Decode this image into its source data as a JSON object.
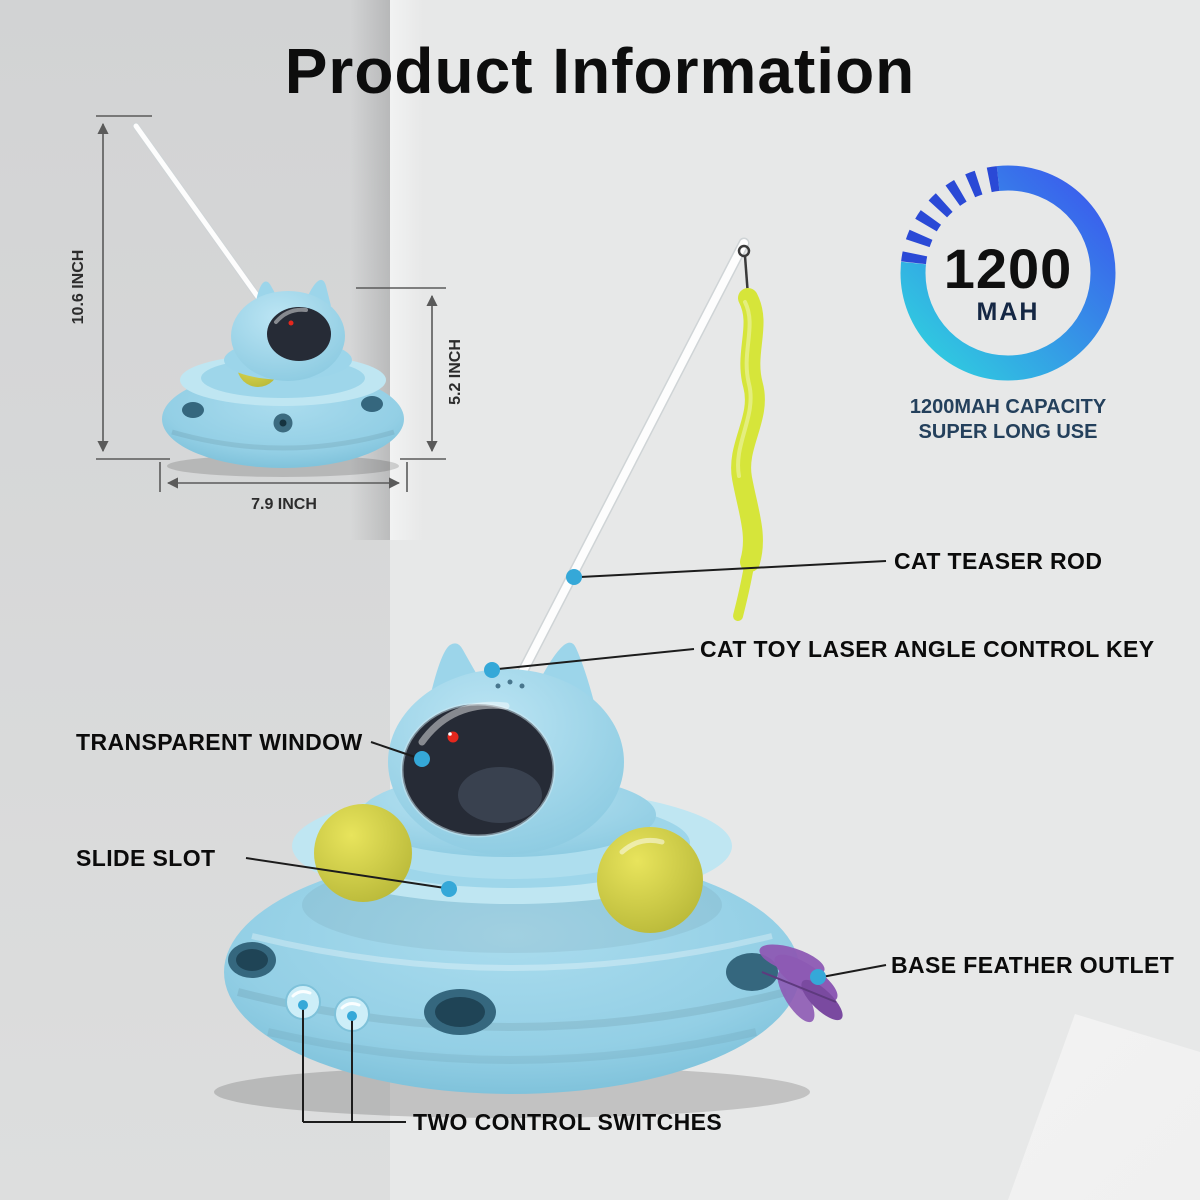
{
  "title": "Product Information",
  "dimensions": {
    "total_height": "10.6 INCH",
    "body_height": "5.2 INCH",
    "width": "7.9 INCH"
  },
  "battery": {
    "value": "1200",
    "unit": "MAH",
    "caption_line1": "1200MAH CAPACITY",
    "caption_line2": "SUPER LONG USE"
  },
  "callouts": {
    "teaser_rod": "CAT TEASER ROD",
    "laser_key": "CAT TOY LASER ANGLE CONTROL KEY",
    "transparent_window": "TRANSPARENT WINDOW",
    "slide_slot": "SLIDE SLOT",
    "feather_outlet": "BASE FEATHER OUTLET",
    "control_switches": "TWO CONTROL SWITCHES"
  },
  "colors": {
    "accent": "#35a8d8",
    "body-blue": "#9cd5ea",
    "brim-blue": "#bfe6f2",
    "window-dark": "#262b36",
    "ball-yellow": "#d8d64e",
    "worm-yellow": "#d6e53a",
    "feather-purple": "#8d5ab4",
    "gauge-cyan": "#2fd3df",
    "gauge-blue": "#3b55ee",
    "gauge-dash": "#2a49d6",
    "label-ink": "#0b0b0b"
  }
}
